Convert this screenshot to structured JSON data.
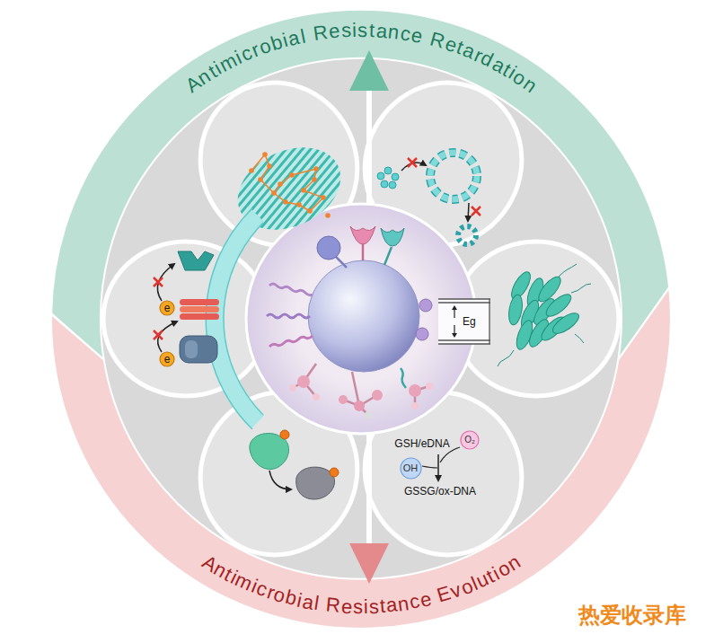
{
  "diagram": {
    "nodes": [
      {
        "text": [
          "Antimicrobial Resistance Retardation"
        ]
      },
      {
        "text": [
          "e"
        ]
      },
      {
        "text": [
          "Eg"
        ]
      },
      {
        "text": [
          "e"
        ]
      },
      {
        "text": [
          "O₂"
        ]
      },
      {
        "text": [
          "OH"
        ]
      },
      {
        "text": [
          "Antimicrobial Resistance Evolution"
        ]
      }
    ],
    "labels": [
      "GSH/eDNA",
      "GSSG/ox-DNA",
      "热爱收录库"
    ]
  }
}
